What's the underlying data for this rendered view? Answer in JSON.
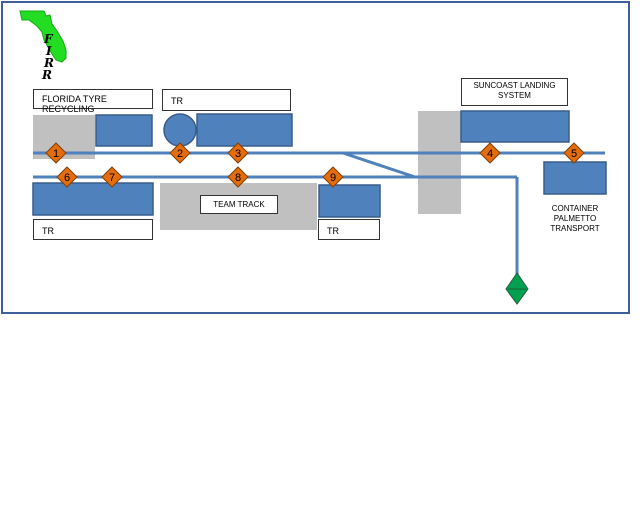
{
  "logo": {
    "letters": [
      "F",
      "I",
      "R",
      "R"
    ],
    "fill_color": "#22dd22"
  },
  "labels": {
    "florida_tyre": "FLORIDA TYRE RECYCLING",
    "tr_top": "TR",
    "tr_bottom_left": "TR",
    "tr_bottom_mid": "TR",
    "team_track": "TEAM TRACK",
    "suncoast": "SUNCOAST LANDING SYSTEM",
    "container_palmetto": "CONTAINER PALMETTO TRANSPORT"
  },
  "spots": [
    "1",
    "2",
    "3",
    "4",
    "5",
    "6",
    "7",
    "8",
    "9"
  ],
  "colors": {
    "track": "#4f81bd",
    "building": "#4f81bd",
    "building_border": "#385d8a",
    "area": "#c0c0c0",
    "spot_marker": "#e46c0a",
    "spot_border": "#7f3f0a",
    "end_marker": "#00a050",
    "frame": "#3f5f9a"
  }
}
